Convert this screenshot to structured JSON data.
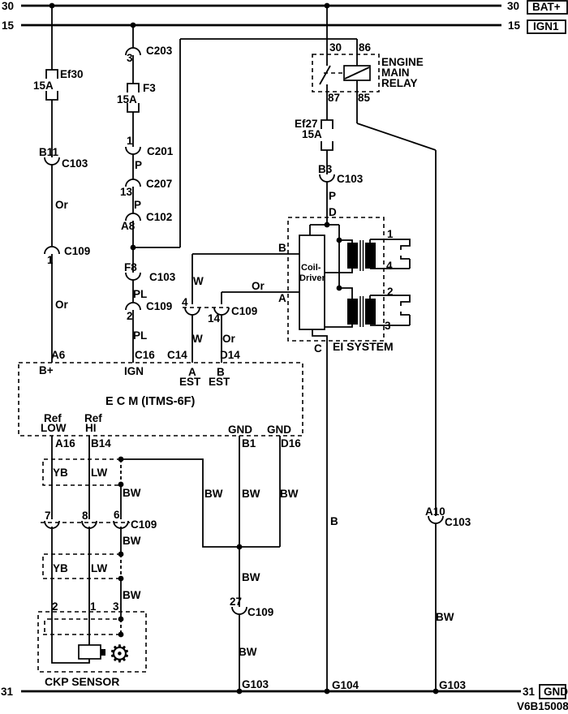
{
  "meta": {
    "diagram_id": "V6B15008"
  },
  "rails": {
    "r30": "30",
    "r15": "15",
    "r31": "31",
    "bat": "BAT+",
    "ign1": "IGN1",
    "gnd": "GND"
  },
  "wires": {
    "or": "Or",
    "p": "P",
    "pl": "PL",
    "w": "W",
    "b": "B",
    "bw": "BW",
    "yb": "YB",
    "lw": "LW"
  },
  "connectors": {
    "c102": "C102",
    "c103": "C103",
    "c109": "C109",
    "c201": "C201",
    "c203": "C203",
    "c207": "C207"
  },
  "fuses": {
    "ef30": "Ef30",
    "f3": "F3",
    "ef27": "Ef27",
    "rating": "15A"
  },
  "pins": {
    "b11": "B11",
    "c109_1": "1",
    "a6": "A6",
    "c203_3": "3",
    "c201_1": "1",
    "c207_13": "13",
    "a8": "A8",
    "f8": "F8",
    "c109_2": "2",
    "c16": "C16",
    "est4": "4",
    "est14": "14",
    "c14": "C14",
    "d14": "D14",
    "a16": "A16",
    "b14": "B14",
    "b1": "B1",
    "d16": "D16",
    "p7": "7",
    "p8": "8",
    "p6": "6",
    "p27": "27",
    "ckp2": "2",
    "ckp1": "1",
    "ckp3": "3",
    "b3": "B3",
    "a10": "A10"
  },
  "relay": {
    "l1": "ENGINE",
    "l2": "MAIN",
    "l3": "RELAY",
    "p30": "30",
    "p86": "86",
    "p87": "87",
    "p85": "85"
  },
  "ei": {
    "title": "EI SYSTEM",
    "drv1": "Coil-",
    "drv2": "Driver",
    "b": "B",
    "a": "A",
    "c": "C",
    "d": "D",
    "cyl1": "1",
    "cyl4": "4",
    "cyl2": "2",
    "cyl3": "3"
  },
  "ecm": {
    "title": "E C M (ITMS-6F)",
    "bplus": "B+",
    "ign": "IGN",
    "a": "A",
    "b": "B",
    "est": "EST",
    "ref": "Ref",
    "low": "LOW",
    "hi": "HI",
    "gnd": "GND"
  },
  "ckp": {
    "title": "CKP SENSOR",
    "gear_icon": "⚙"
  },
  "grounds": {
    "g103": "G103",
    "g104": "G104"
  }
}
